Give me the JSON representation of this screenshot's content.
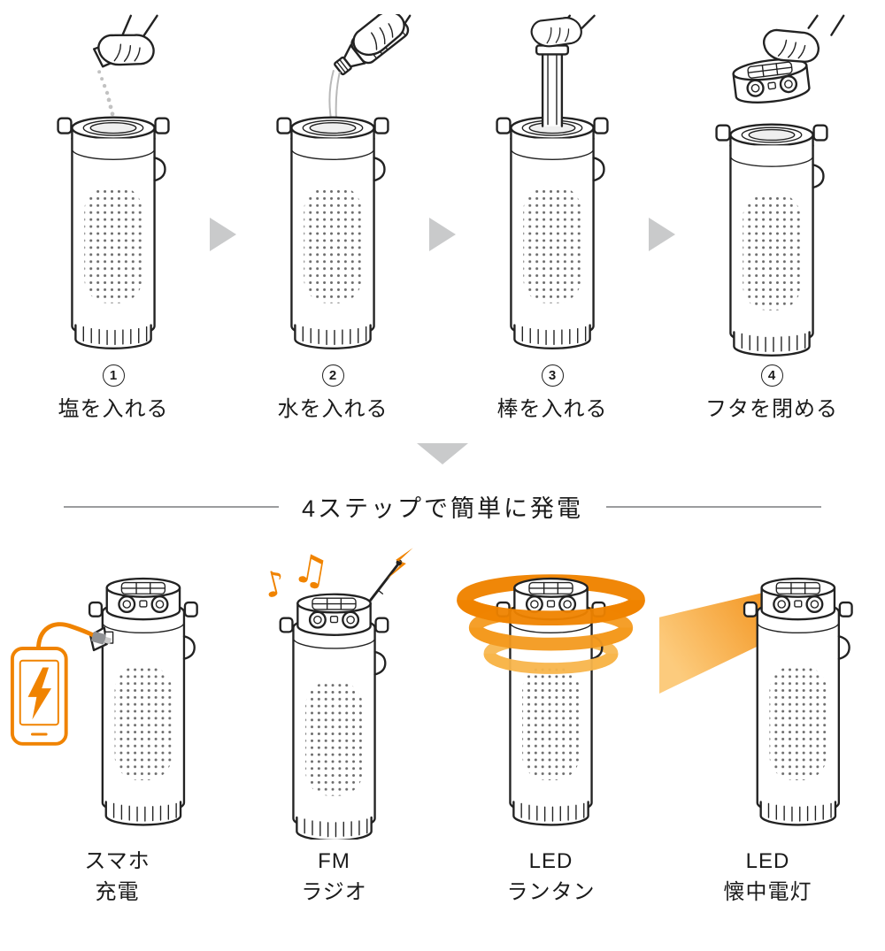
{
  "page": {
    "background": "#ffffff"
  },
  "colors": {
    "accent_orange": "#F08300",
    "glow_orange_mid": "#F49A1F",
    "glow_orange_light": "#F8B64C",
    "arrow_gray": "#C9CACB",
    "line_black": "#222222",
    "divider_gray": "#9B9C9E"
  },
  "steps": [
    {
      "number": "1",
      "label": "塩を入れる",
      "illustration": "hand-pouring-salt-into-open-device"
    },
    {
      "number": "2",
      "label": "水を入れる",
      "illustration": "hand-pouring-water-from-bottle-into-device"
    },
    {
      "number": "3",
      "label": "棒を入れる",
      "illustration": "hand-inserting-rod-into-device"
    },
    {
      "number": "4",
      "label": "フタを閉める",
      "illustration": "hand-closing-lantern-lid-on-device"
    }
  ],
  "divider": {
    "heading": "4ステップで簡単に発電"
  },
  "features": [
    {
      "label_lines": [
        "スマホ",
        "充電"
      ],
      "illustration": "device-charging-smartphone-via-usb-cable"
    },
    {
      "label_lines": [
        "FM",
        "ラジオ"
      ],
      "illustration": "device-playing-fm-radio-with-antenna"
    },
    {
      "label_lines": [
        "LED",
        "ランタン"
      ],
      "illustration": "device-glowing-as-led-lantern"
    },
    {
      "label_lines": [
        "LED",
        "懐中電灯"
      ],
      "illustration": "device-projecting-led-flashlight-beam"
    }
  ],
  "glyphs": {
    "music_note_1": "♪",
    "music_note_2": "♫"
  }
}
